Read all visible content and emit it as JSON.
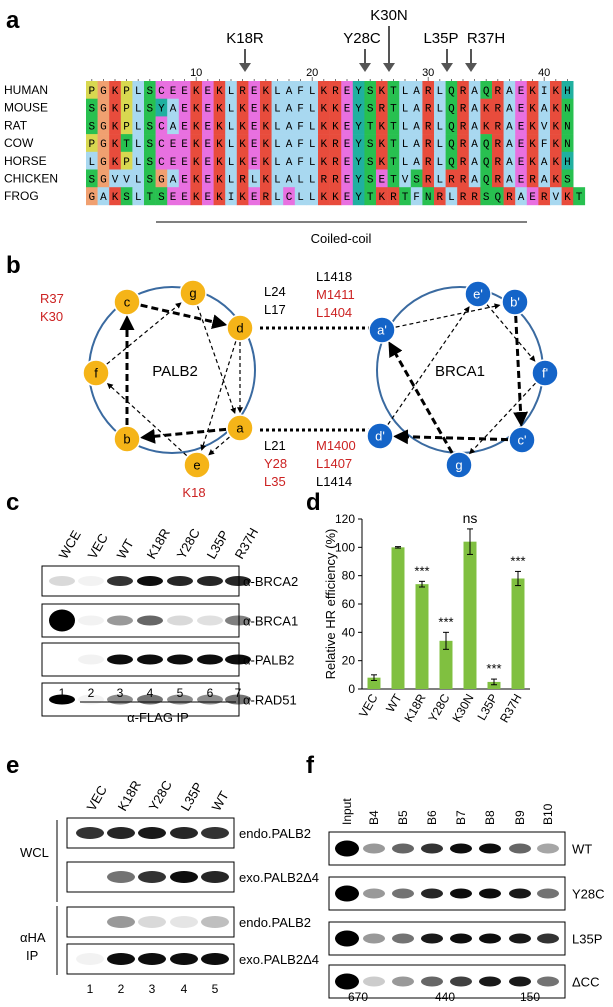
{
  "panels": {
    "a": "a",
    "b": "b",
    "c": "c",
    "d": "d",
    "e": "e",
    "f": "f"
  },
  "colors": {
    "red": "#cc2222",
    "gold": "#f5b418",
    "blue": "#1464c8",
    "ring": "#3a6aa0",
    "bar": "#80c040",
    "red_res": "#e84c3c",
    "pink_res": "#e870e0",
    "lblue_res": "#a8d8f0",
    "green_res": "#28c050",
    "orange_res": "#f0a070",
    "teal_res": "#20b0a0",
    "yellow_res": "#d8d850",
    "gray_res": "#d8d8d8"
  },
  "panel_a": {
    "mutations": [
      "K18R",
      "Y28C",
      "K30N",
      "L35P",
      "R37H"
    ],
    "ruler": [
      "10",
      "20",
      "30",
      "40"
    ],
    "species": [
      "HUMAN",
      "MOUSE",
      "RAT",
      "COW",
      "HORSE",
      "CHICKEN",
      "FROG"
    ],
    "sequences": [
      "PGKPLSCEEKEKLREKLAFLKREYSKTLARLQRAQRAEKIKH",
      "SGKPLSYAEKEKLKEKLAFLKKEYSRTLARLQRAKRAEKAKN",
      "SGKPLSCAEKEKLKEKLAFLKKEYTKTLARLQRAKRAEKVKN",
      "PGKTLSCEEKEKLKEKLAFLKREYSKTLARLQRAQRAEKFKN",
      "LGKPLSCEEKEKLKEKLAFLKREYSKTLARLQRAQRAEKAKH",
      "SGVVLSGAEKEKLRLKLALLRREYSETVSRLRRAQRAERAKS",
      "GAKSLTSEEKEKIKERLCLLKKEYTKRTFNRLRRSQRAERVKT"
    ],
    "domain_label": "Coiled-coil"
  },
  "panel_b": {
    "palb2_name": "PALB2",
    "brca1_name": "BRCA1",
    "palb2_positions": [
      "c",
      "g",
      "d",
      "a",
      "e",
      "b",
      "f"
    ],
    "brca1_positions": [
      "e'",
      "b'",
      "f'",
      "c'",
      "g",
      "d'",
      "a'"
    ],
    "palb2_top_left": [
      "R37",
      "K30"
    ],
    "palb2_top_right": [
      "L24",
      "L17"
    ],
    "palb2_bottom_right": [
      "L21",
      "Y28",
      "L35"
    ],
    "palb2_bottom": "K18",
    "brca1_top_left": [
      "L1418",
      "M1411",
      "L1404"
    ],
    "brca1_bottom_left": [
      "M1400",
      "L1407",
      "L1414"
    ]
  },
  "panel_c": {
    "lanes": [
      "WCE",
      "VEC",
      "WT",
      "K18R",
      "Y28C",
      "L35P",
      "R37H"
    ],
    "blots": [
      "α-BRCA2",
      "α-BRCA1",
      "α-PALB2",
      "α-RAD51"
    ],
    "lane_numbers": [
      "1",
      "2",
      "3",
      "4",
      "5",
      "6",
      "7"
    ],
    "ip_label": "α-FLAG IP"
  },
  "chart_data": {
    "type": "bar",
    "categories": [
      "VEC",
      "WT",
      "K18R",
      "Y28C",
      "K30N",
      "L35P",
      "R37H"
    ],
    "values": [
      8,
      100,
      74,
      34,
      104,
      5,
      78
    ],
    "errors": [
      2,
      0.5,
      2,
      6,
      9,
      2,
      5
    ],
    "significance": [
      "",
      "",
      "***",
      "***",
      "ns",
      "***",
      "***"
    ],
    "title": "",
    "xlabel": "",
    "ylabel": "Relative HR efficiency (%)",
    "ylim": [
      0,
      120
    ],
    "yticks": [
      "0",
      "20",
      "40",
      "60",
      "80",
      "100",
      "120"
    ],
    "grid": false
  },
  "panel_e": {
    "lanes": [
      "VEC",
      "K18R",
      "Y28C",
      "L35P",
      "WT"
    ],
    "group_wcl": "WCL",
    "group_ip": [
      "αHA",
      "IP"
    ],
    "blots": [
      "endo.PALB2",
      "exo.PALB2Δ4",
      "endo.PALB2",
      "exo.PALB2Δ4"
    ],
    "lane_numbers": [
      "1",
      "2",
      "3",
      "4",
      "5"
    ]
  },
  "panel_f": {
    "lanes": [
      "Input",
      "B4",
      "B5",
      "B6",
      "B7",
      "B8",
      "B9",
      "B10"
    ],
    "blots": [
      "WT",
      "Y28C",
      "L35P",
      "ΔCC"
    ],
    "markers": [
      "670",
      "440",
      "150"
    ]
  }
}
